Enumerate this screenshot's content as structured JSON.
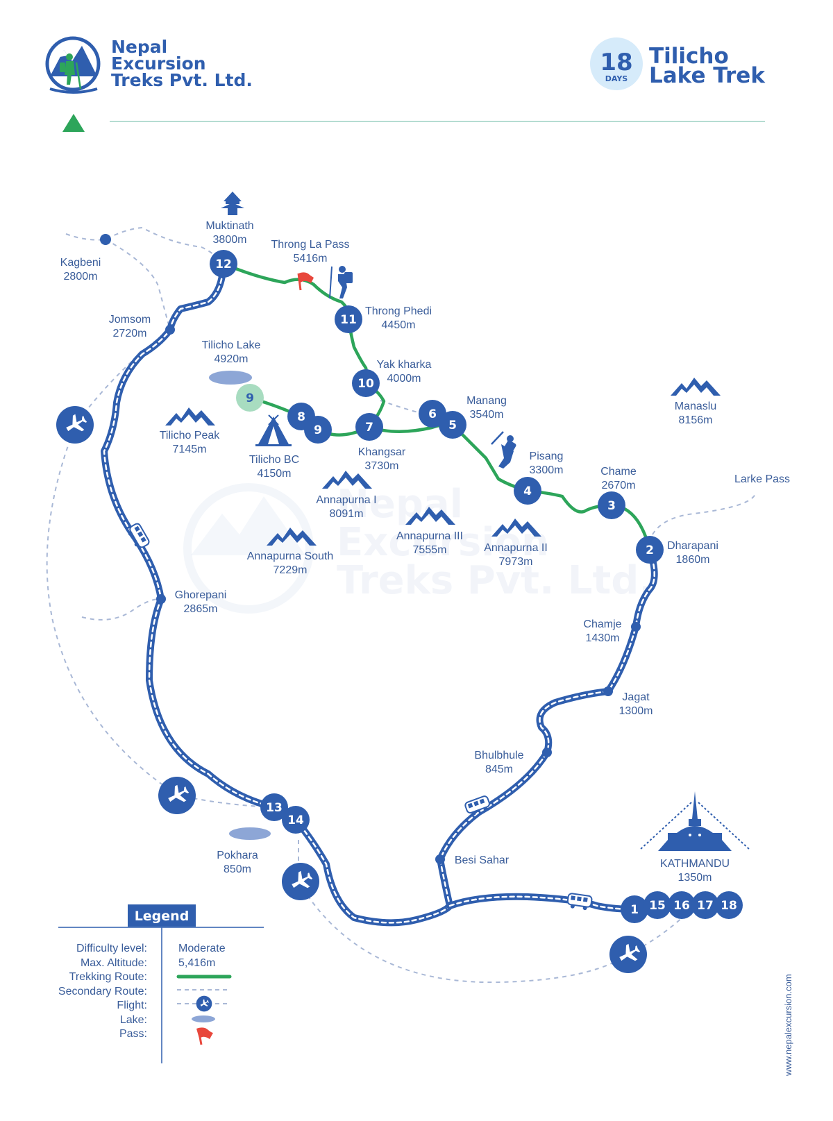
{
  "brand": {
    "line1": "Nepal",
    "line2": "Excursion",
    "line3": "Treks Pvt. Ltd."
  },
  "badge": {
    "days_number": "18",
    "days_label": "DAYS"
  },
  "trek_title": {
    "line1": "Tilicho",
    "line2": "Lake Trek"
  },
  "watermark": {
    "line1": "Nepal",
    "line2": "Excursion",
    "line3": "Treks Pvt. Ltd."
  },
  "website": "www.nepalexcursion.com",
  "colors": {
    "primary": "#2f5eae",
    "trek_route": "#2da55a",
    "pass_flag": "#e8473c",
    "secondary_route": "#a9b8d6",
    "lake": "#8da6d6",
    "badge_bg": "#d6ebfa"
  },
  "places": {
    "muktinath": {
      "name": "Muktinath",
      "alt": "3800m"
    },
    "throngla": {
      "name": "Throng La Pass",
      "alt": "5416m"
    },
    "kagbeni": {
      "name": "Kagbeni",
      "alt": "2800m"
    },
    "jomsom": {
      "name": "Jomsom",
      "alt": "2720m"
    },
    "throngphedi": {
      "name": "Throng Phedi",
      "alt": "4450m"
    },
    "tilicholake": {
      "name": "Tilicho Lake",
      "alt": "4920m"
    },
    "yakkharka": {
      "name": "Yak kharka",
      "alt": "4000m"
    },
    "manang": {
      "name": "Manang",
      "alt": "3540m"
    },
    "manaslu": {
      "name": "Manaslu",
      "alt": "8156m"
    },
    "tilichopeak": {
      "name": "Tilicho Peak",
      "alt": "7145m"
    },
    "tilichobc": {
      "name": "Tilicho BC",
      "alt": "4150m"
    },
    "khangsar": {
      "name": "Khangsar",
      "alt": "3730m"
    },
    "pisang": {
      "name": "Pisang",
      "alt": "3300m"
    },
    "chame": {
      "name": "Chame",
      "alt": "2670m"
    },
    "larkepass": {
      "name": "Larke Pass"
    },
    "annapurna1": {
      "name": "Annapurna I",
      "alt": "8091m"
    },
    "annapurna3": {
      "name": "Annapurna III",
      "alt": "7555m"
    },
    "annapurna2": {
      "name": "Annapurna II",
      "alt": "7973m"
    },
    "dharapani": {
      "name": "Dharapani",
      "alt": "1860m"
    },
    "annapurnasouth": {
      "name": "Annapurna South",
      "alt": "7229m"
    },
    "ghorepani": {
      "name": "Ghorepani",
      "alt": "2865m"
    },
    "chamje": {
      "name": "Chamje",
      "alt": "1430m"
    },
    "jagat": {
      "name": "Jagat",
      "alt": "1300m"
    },
    "bhulbhule": {
      "name": "Bhulbhule",
      "alt": "845m"
    },
    "pokhara": {
      "name": "Pokhara",
      "alt": "850m"
    },
    "besisahar": {
      "name": "Besi Sahar"
    },
    "kathmandu": {
      "name": "KATHMANDU",
      "alt": "1350m"
    }
  },
  "stops": [
    {
      "label": "12"
    },
    {
      "label": "11"
    },
    {
      "label": "10"
    },
    {
      "label": "9"
    },
    {
      "label": "8"
    },
    {
      "label": "9"
    },
    {
      "label": "7"
    },
    {
      "label": "6"
    },
    {
      "label": "5"
    },
    {
      "label": "4"
    },
    {
      "label": "3"
    },
    {
      "label": "2"
    },
    {
      "label": "13"
    },
    {
      "label": "14"
    },
    {
      "label": "1"
    },
    {
      "label": "15"
    },
    {
      "label": "16"
    },
    {
      "label": "17"
    },
    {
      "label": "18"
    }
  ],
  "legend": {
    "title": "Legend",
    "difficulty_key": "Difficulty level:",
    "difficulty_value": "Moderate",
    "altitude_key": "Max. Altitude:",
    "altitude_value": "5,416m",
    "trekking_key": "Trekking Route:",
    "secondary_key": "Secondary Route:",
    "flight_key": "Flight:",
    "lake_key": "Lake:",
    "pass_key": "Pass:"
  }
}
